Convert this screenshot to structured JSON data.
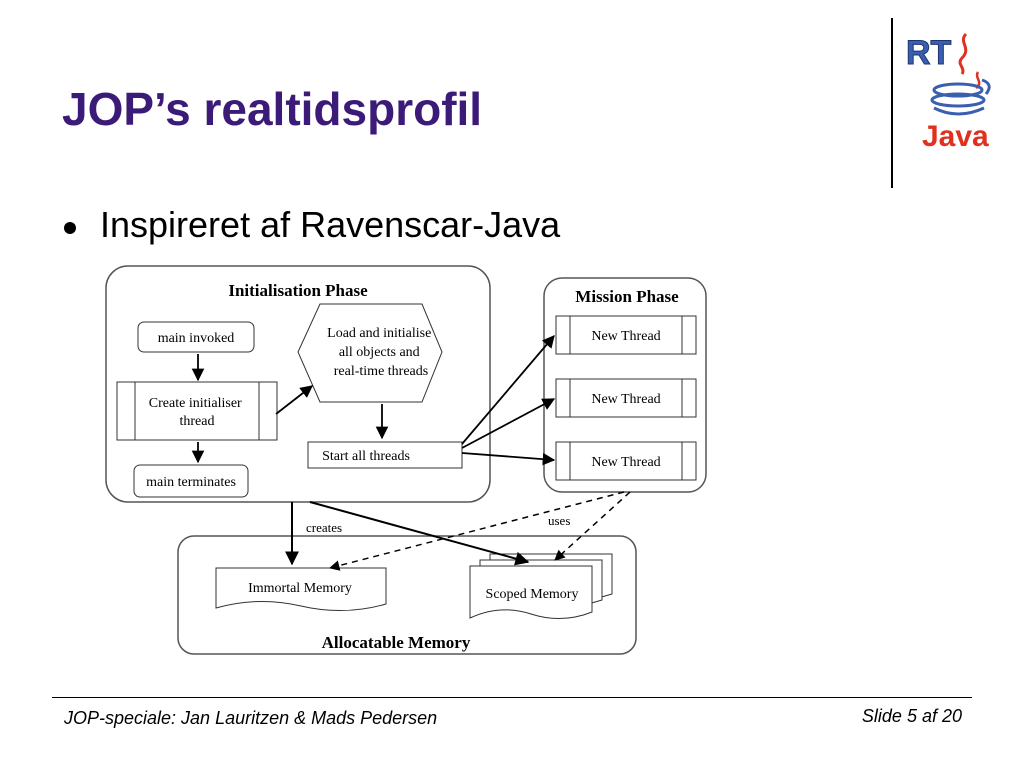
{
  "slide": {
    "title": "JOP’s realtidsprofil",
    "bullets": [
      "Inspireret af Ravenscar-Java"
    ]
  },
  "logo": {
    "icon": "rtsj-java-logo",
    "text_rt": "RT",
    "text_java": "Java"
  },
  "diagram": {
    "initialisation_phase": {
      "title": "Initialisation Phase",
      "main_invoked": "main invoked",
      "create_thread": [
        "Create initialiser",
        "thread"
      ],
      "main_terminates": "main terminates",
      "load_init": [
        "Load and initialise",
        "all objects and",
        "real-time threads"
      ],
      "start_all": "Start all threads"
    },
    "mission_phase": {
      "title": "Mission Phase",
      "threads": [
        "New Thread",
        "New Thread",
        "New Thread"
      ]
    },
    "allocatable_memory": {
      "title": "Allocatable Memory",
      "immortal": "Immortal Memory",
      "scoped": "Scoped Memory"
    },
    "labels": {
      "creates": "creates",
      "uses": "uses"
    }
  },
  "footer": {
    "left": "JOP-speciale: Jan Lauritzen & Mads Pedersen",
    "right": "Slide 5 af 20"
  },
  "colors": {
    "title": "#3b1a78",
    "logo_blue": "#3a5fb0",
    "logo_red": "#e0301e"
  }
}
